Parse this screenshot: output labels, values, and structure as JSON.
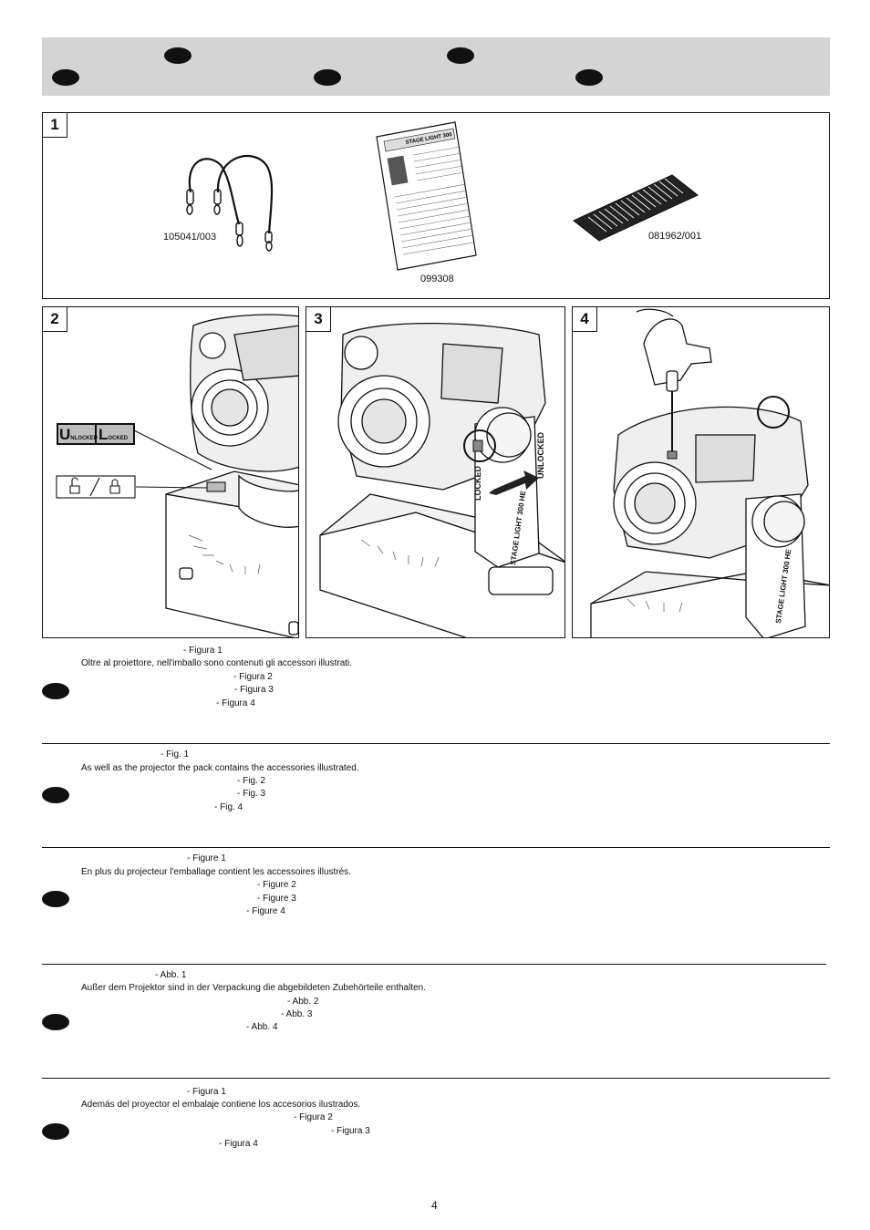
{
  "page_number": "4",
  "figure1": {
    "number": "1",
    "cable_code": "105041/003",
    "manual_code": "099308",
    "manual_title": "STAGE LIGHT 300",
    "label_code": "081962/001"
  },
  "figure2": {
    "number": "2",
    "unlocked_initial": "U",
    "unlocked_rest": "NLOCKED",
    "locked_initial": "L",
    "locked_rest": "OCKED"
  },
  "figure3": {
    "number": "3",
    "locked_label": "LOCKED",
    "unlocked_label": "UNLOCKED",
    "arm_label": "STAGE LIGHT 300 HE"
  },
  "figure4": {
    "number": "4",
    "arm_label": "STAGE LIGHT 300 HE"
  },
  "sections": [
    {
      "lines": [
        "- Figura 1",
        "Oltre al proiettore, nell'imballo sono contenuti gli accessori illustrati.",
        "- Figura 2",
        "- Figura 3",
        "- Figura 4"
      ]
    },
    {
      "lines": [
        "- Fig. 1",
        "As well as the projector the pack contains the accessories illustrated.",
        "- Fig. 2",
        "- Fig. 3",
        "- Fig. 4"
      ]
    },
    {
      "lines": [
        "- Figure 1",
        "En plus du projecteur l'emballage contient les accessoires illustrés.",
        "- Figure 2",
        "- Figure 3",
        "- Figure 4"
      ]
    },
    {
      "lines": [
        "- Abb. 1",
        "Außer dem Projektor sind in der Verpackung die abgebildeten Zubehörteile enthalten.",
        "- Abb. 2",
        "- Abb. 3",
        "- Abb. 4"
      ]
    },
    {
      "lines": [
        "- Figura 1",
        "Además del proyector el embalaje contiene los accesorios ilustrados.",
        "- Figura 2",
        "- Figura 3",
        "- Figura 4"
      ]
    }
  ]
}
